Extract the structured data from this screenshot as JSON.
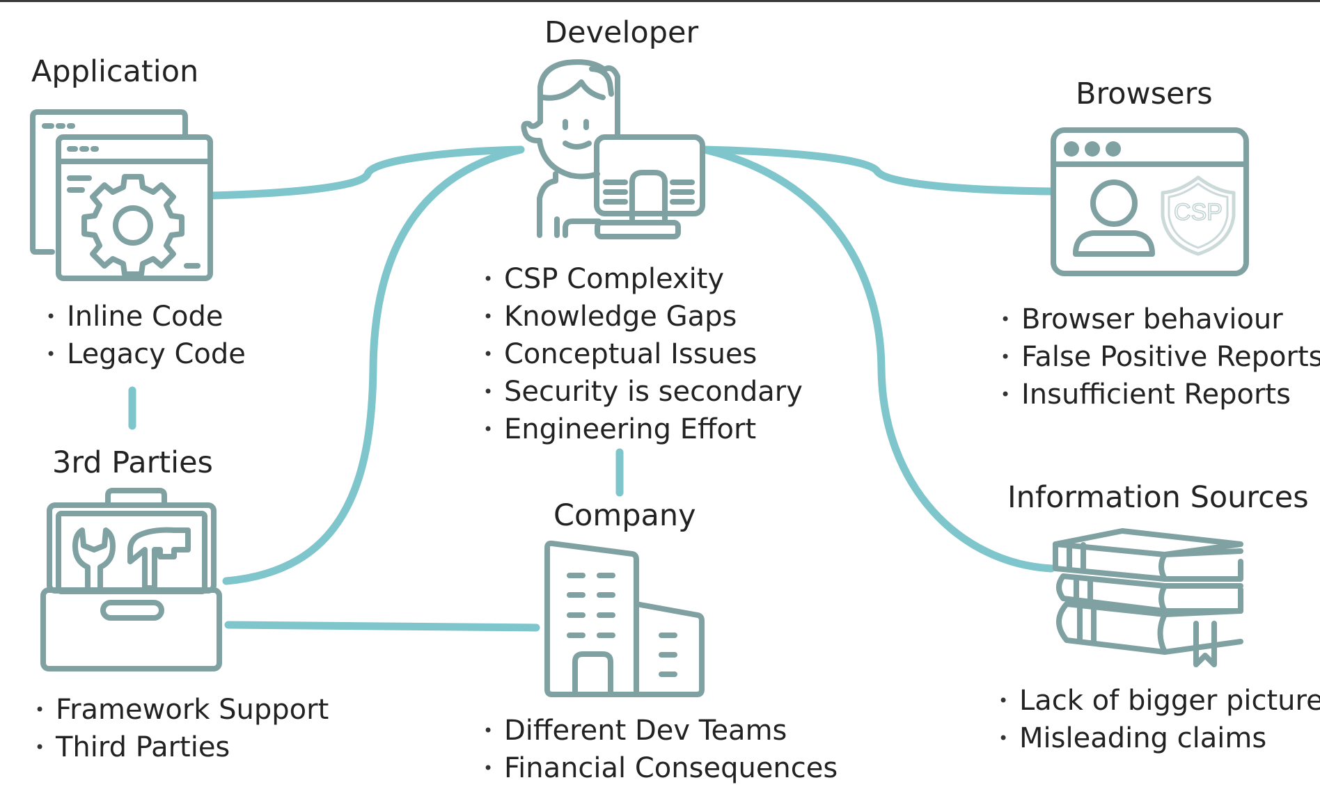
{
  "colors": {
    "connector": "#7ec5cc",
    "icon": "#7fa1a2",
    "text": "#222222"
  },
  "nodes": {
    "developer": {
      "title": "Developer",
      "icon": "developer-at-computer-icon",
      "items": [
        "CSP Complexity",
        "Knowledge Gaps",
        "Conceptual Issues",
        "Security is secondary",
        "Engineering Effort"
      ]
    },
    "application": {
      "title": "Application",
      "icon": "application-settings-window-icon",
      "items": [
        "Inline Code",
        "Legacy Code"
      ]
    },
    "third_parties": {
      "title": "3rd Parties",
      "icon": "toolbox-icon",
      "items": [
        "Framework Support",
        "Third Parties"
      ]
    },
    "company": {
      "title": "Company",
      "icon": "office-building-icon",
      "items": [
        "Different Dev Teams",
        "Financial Consequences"
      ]
    },
    "browsers": {
      "title": "Browsers",
      "icon": "browser-csp-shield-icon",
      "csp_badge": "CSP",
      "items": [
        "Browser behaviour",
        "False Positive Reports",
        "Insufficient Reports"
      ]
    },
    "information_sources": {
      "title": "Information Sources",
      "icon": "stacked-books-icon",
      "items": [
        "Lack of bigger picture",
        "Misleading claims"
      ]
    }
  }
}
